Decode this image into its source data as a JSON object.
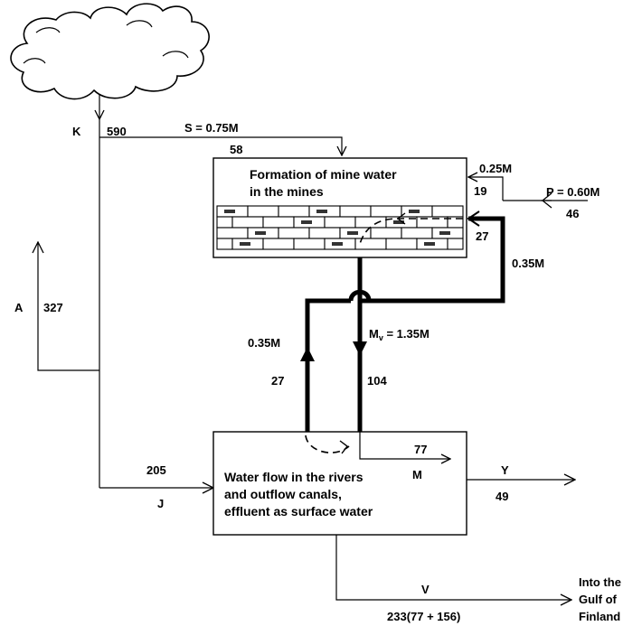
{
  "diagram": {
    "mine_box": {
      "line1": "Formation of mine water",
      "line2": "in the mines"
    },
    "river_box": {
      "line1": "Water flow in the rivers",
      "line2": "and outflow canals,",
      "line3": "effluent as surface water"
    },
    "labels": {
      "k": "K",
      "k_value": "590",
      "s_formula": "S = 0.75M",
      "s_value": "58",
      "upper_025": "0.25M",
      "upper_19": "19",
      "p_formula": "P = 0.60M",
      "p_value": "46",
      "right_27": "27",
      "right_035": "0.35M",
      "a": "A",
      "a_value": "327",
      "left_035": "0.35M",
      "mv_formula": "Mv = 1.35M",
      "mv_base": "M",
      "mv_sub": "v",
      "mv_rest": " = 1.35M",
      "left_27": "27",
      "mid_104": "104",
      "j_value": "205",
      "j": "J",
      "m_value": "77",
      "m": "M",
      "y": "Y",
      "y_value": "49",
      "v": "V",
      "v_value": "233(77 + 156)",
      "gulf_line1": "Into the",
      "gulf_line2": "Gulf of",
      "gulf_line3": "Finland"
    }
  }
}
